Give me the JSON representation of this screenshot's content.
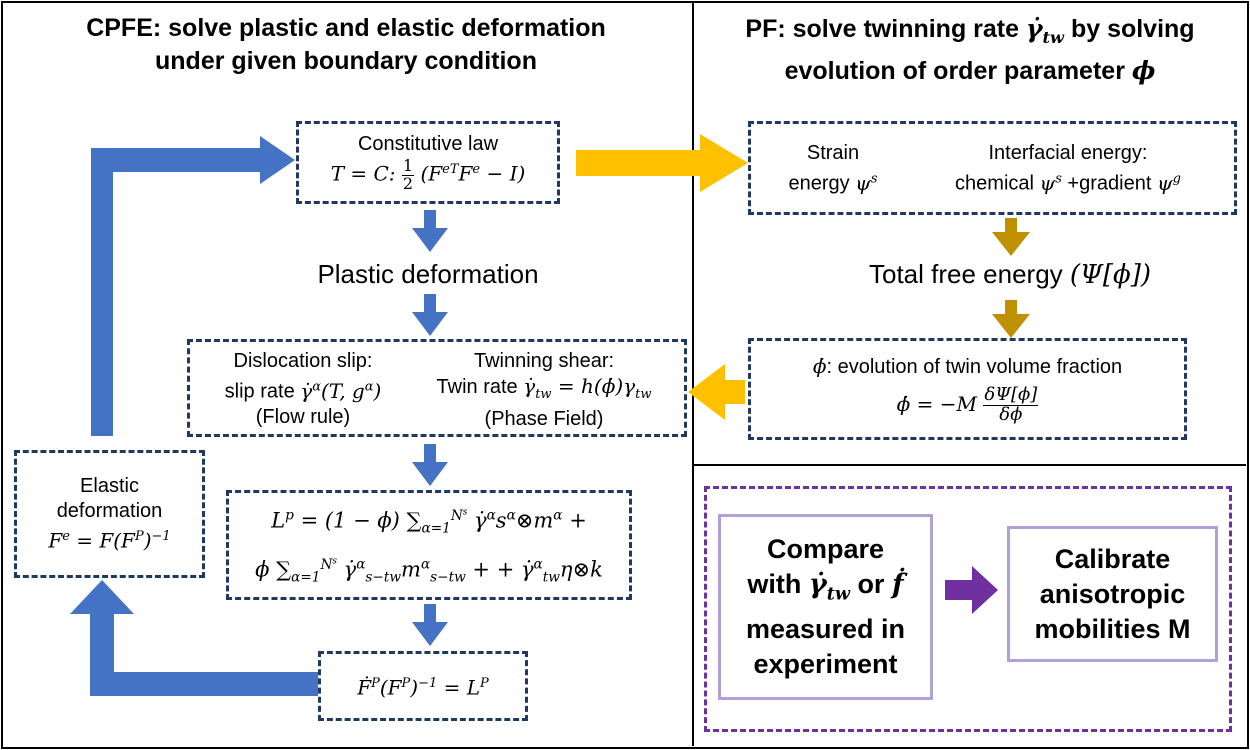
{
  "colors": {
    "blue_arrow": "#4472c4",
    "gold_arrow": "#ffc000",
    "dark_gold_arrow": "#bf9000",
    "purple_arrow": "#7030a0",
    "dashed_box": "#1f3864",
    "purple_dashed": "#7030a0",
    "lavender_box": "#b4a0d8"
  },
  "headings": {
    "cpfe_line1": "CPFE: solve plastic and elastic deformation",
    "cpfe_line2": "under given boundary condition",
    "pf_line1_a": "PF: solve twinning rate ",
    "pf_line1_b": " by solving",
    "pf_line2_a": "evolution of order parameter "
  },
  "cpfe": {
    "constitutive_label": "Constitutive law",
    "plastic_deformation": "Plastic deformation",
    "dislocation_title": "Dislocation slip:",
    "slip_rate_label": "slip rate ",
    "flow_rule": "(Flow rule)",
    "twinning_title": "Twinning shear:",
    "twin_rate_label": "Twin rate ",
    "phase_field": "(Phase Field)",
    "elastic_line1": "Elastic",
    "elastic_line2": "deformation"
  },
  "pf": {
    "strain_line1": "Strain",
    "strain_line2": "energy ",
    "interfacial_line1": "Interfacial energy:",
    "interfacial_chemical": "chemical ",
    "interfacial_gradient": " +gradient ",
    "total_free_energy": "Total free energy ",
    "evolution_text": ": evolution of twin volume fraction"
  },
  "calibration": {
    "compare_line1": "Compare",
    "compare_with": "with ",
    "compare_or": " or ",
    "compare_line3": "measured in",
    "compare_line4": "experiment",
    "calibrate_line1": "Calibrate",
    "calibrate_line2": "anisotropic",
    "calibrate_line3": "mobilities M"
  }
}
